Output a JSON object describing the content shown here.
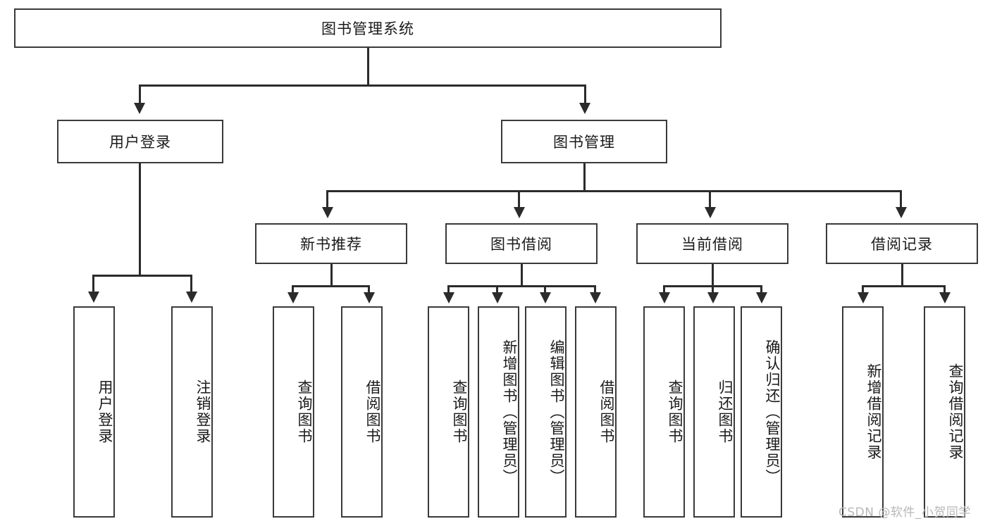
{
  "diagram": {
    "type": "hierarchy-tree",
    "title": "图书管理系统",
    "root": {
      "label": "图书管理系统"
    },
    "level2": [
      {
        "label": "用户登录"
      },
      {
        "label": "图书管理"
      }
    ],
    "level3": [
      {
        "label": "新书推荐"
      },
      {
        "label": "图书借阅"
      },
      {
        "label": "当前借阅"
      },
      {
        "label": "借阅记录"
      }
    ],
    "leaves": {
      "user_login": [
        {
          "label": "用户登录"
        },
        {
          "label": "注销登录"
        }
      ],
      "new_book_recommend": [
        {
          "label": "查询图书"
        },
        {
          "label": "借阅图书"
        }
      ],
      "book_borrow": [
        {
          "label": "查询图书"
        },
        {
          "label": "新增图书（管理员）"
        },
        {
          "label": "编辑图书（管理员）"
        },
        {
          "label": "借阅图书"
        }
      ],
      "current_borrow": [
        {
          "label": "查询图书"
        },
        {
          "label": "归还图书"
        },
        {
          "label": "确认归还（管理员）"
        }
      ],
      "borrow_record": [
        {
          "label": "新增借阅记录"
        },
        {
          "label": "查询借阅记录"
        }
      ]
    }
  },
  "watermark": {
    "text": "CSDN @软件_小贺同学"
  },
  "colors": {
    "border": "#3a3a3a",
    "line": "#2b2b2b",
    "text": "#1a1a1a",
    "background": "#ffffff",
    "watermark": "#b8b8b8"
  }
}
